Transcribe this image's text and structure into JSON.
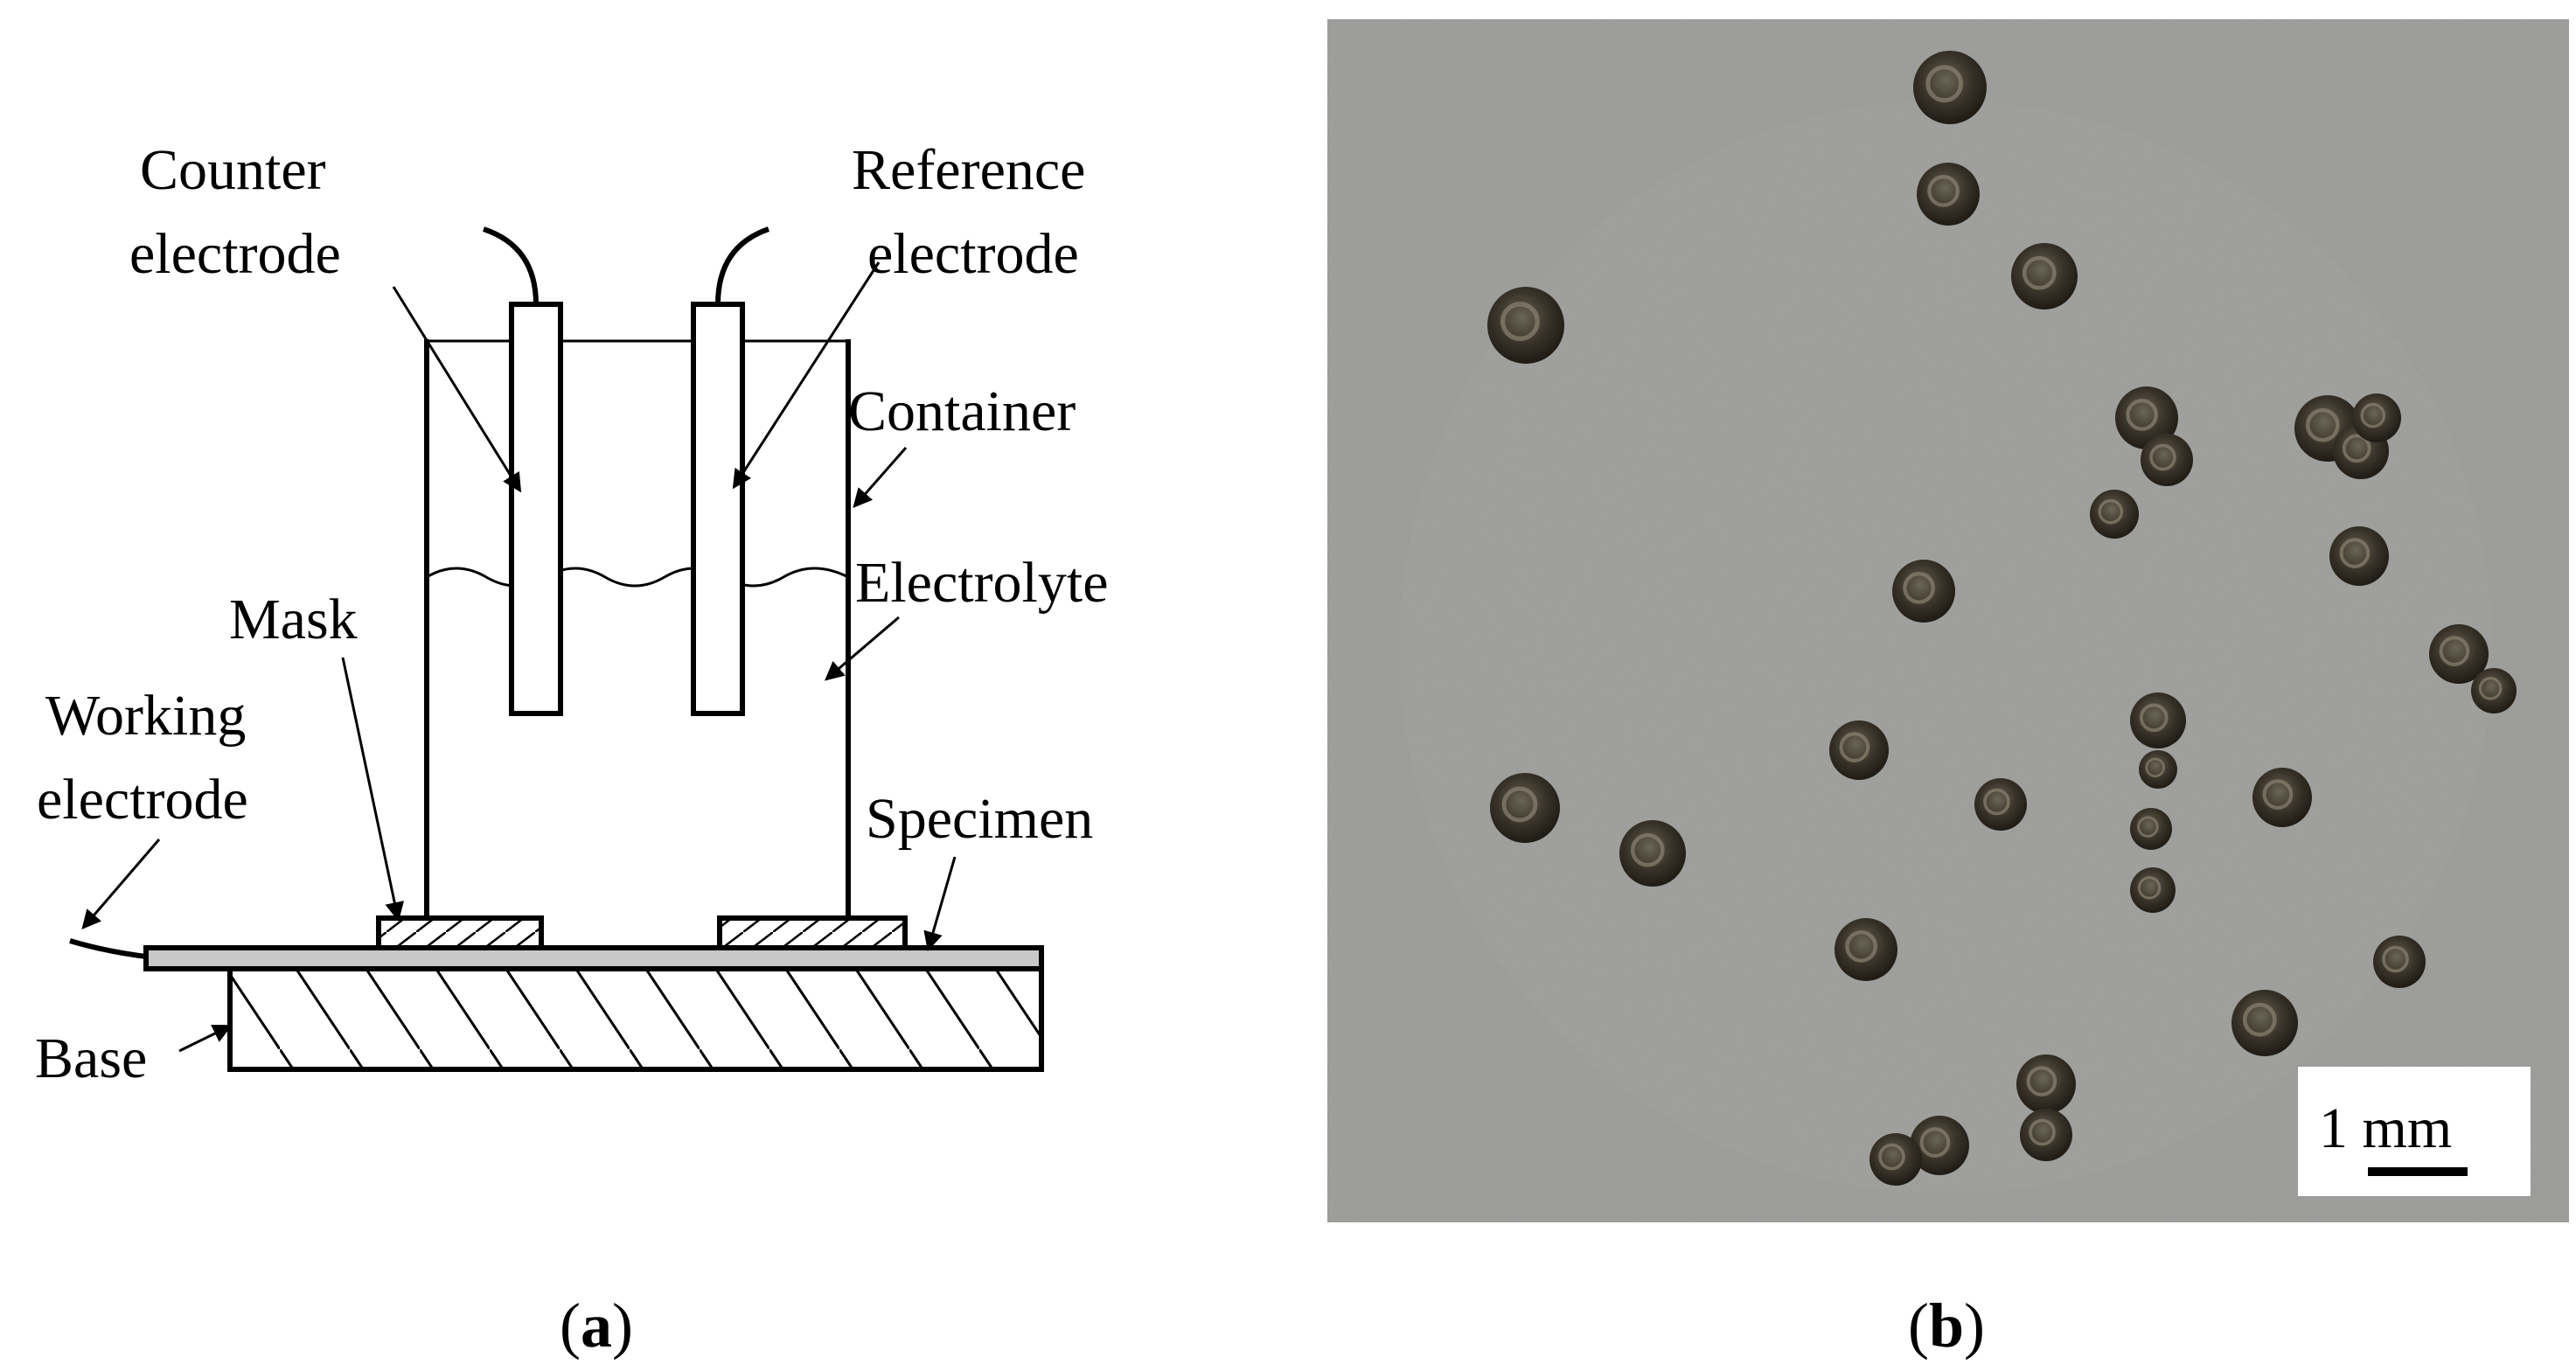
{
  "panel_a": {
    "labels": {
      "counter_electrode_1": "Counter",
      "counter_electrode_2": "electrode",
      "reference_electrode_1": "Reference",
      "reference_electrode_2": "electrode",
      "container": "Container",
      "electrolyte": "Electrolyte",
      "mask": "Mask",
      "working_electrode_1": "Working",
      "working_electrode_2": "electrode",
      "specimen": "Specimen",
      "base": "Base"
    },
    "caption_letter": "a"
  },
  "panel_b": {
    "scale_bar_label": "1 mm",
    "caption_letter": "b",
    "colors": {
      "background": "#8e8e8c",
      "disk": "#9b9c99",
      "pit": "#2e2a22"
    }
  }
}
